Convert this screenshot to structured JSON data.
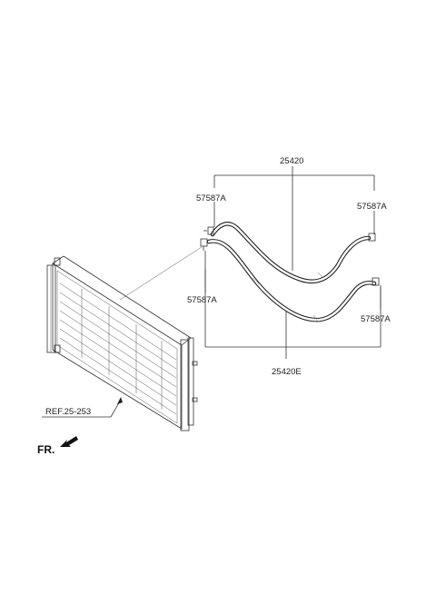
{
  "labels": {
    "hose_assembly": "25420",
    "hose_assembly_e": "25420E",
    "clamp_top_left": "57587A",
    "clamp_top_right": "57587A",
    "clamp_mid_left": "57587A",
    "clamp_bottom_right": "57587A",
    "ref": "REF.25-253",
    "front": "FR."
  }
}
